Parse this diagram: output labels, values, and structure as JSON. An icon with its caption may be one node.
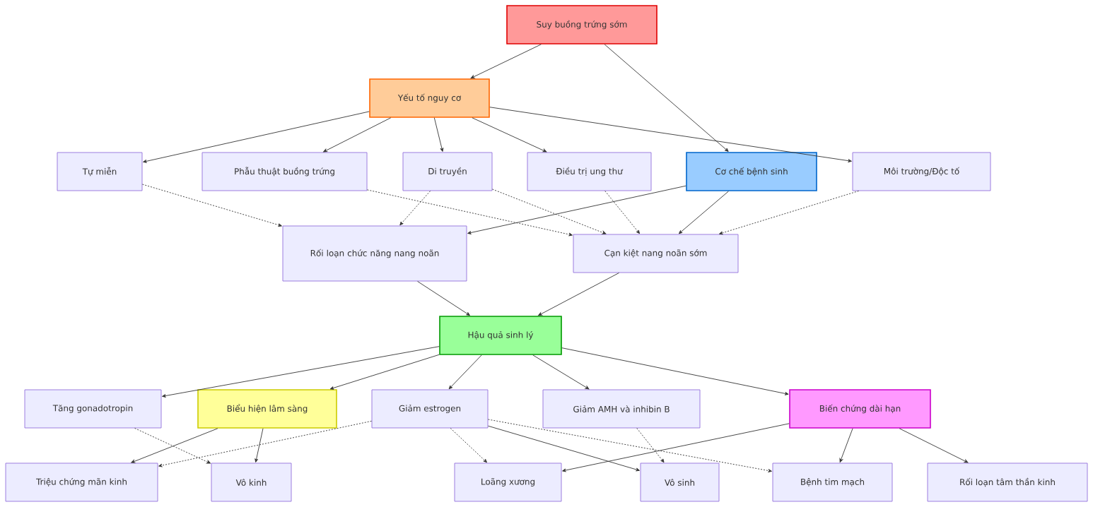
{
  "diagram": {
    "nodes": [
      {
        "text": [
          "Suy buồng trứng sớm"
        ]
      },
      {
        "text": [
          "Yếu tố nguy cơ"
        ]
      },
      {
        "text": [
          "Tự miễn"
        ]
      },
      {
        "text": [
          "Phẫu thuật buồng trứng"
        ]
      },
      {
        "text": [
          "Di truyền"
        ]
      },
      {
        "text": [
          "Điều trị ung thư"
        ]
      },
      {
        "text": [
          "Cơ chế bệnh sinh"
        ]
      },
      {
        "text": [
          "Môi trường/Độc tố"
        ]
      },
      {
        "text": [
          "Rối loạn chức năng nang noãn"
        ]
      },
      {
        "text": [
          "Cạn kiệt nang noãn sớm"
        ]
      },
      {
        "text": [
          "Hậu quả sinh lý"
        ]
      },
      {
        "text": [
          "Tăng gonadotropin"
        ]
      },
      {
        "text": [
          "Biểu hiện lâm sàng"
        ]
      },
      {
        "text": [
          "Giảm estrogen"
        ]
      },
      {
        "text": [
          "Giảm AMH và inhibin B"
        ]
      },
      {
        "text": [
          "Biến chứng dài hạn"
        ]
      },
      {
        "text": [
          "Triệu chứng mãn kinh"
        ]
      },
      {
        "text": [
          "Vô kinh"
        ]
      },
      {
        "text": [
          "Loãng xương"
        ]
      },
      {
        "text": [
          "Vô sinh"
        ]
      },
      {
        "text": [
          "Bệnh tim mạch"
        ]
      },
      {
        "text": [
          "Rối loạn tâm thần kinh"
        ]
      }
    ],
    "edges": [
      {
        "from": 0,
        "to": 1,
        "arrow": "to"
      },
      {
        "from": 0,
        "to": 6,
        "arrow": "to"
      },
      {
        "from": 1,
        "to": 2,
        "arrow": "to"
      },
      {
        "from": 1,
        "to": 3,
        "arrow": "to"
      },
      {
        "from": 1,
        "to": 4,
        "arrow": "to"
      },
      {
        "from": 1,
        "to": 5,
        "arrow": "to"
      },
      {
        "from": 1,
        "to": 7,
        "arrow": "to"
      },
      {
        "from": 6,
        "to": 8,
        "arrow": "to"
      },
      {
        "from": 6,
        "to": 9,
        "arrow": "to"
      },
      {
        "from": 2,
        "to": 8,
        "arrow": "to",
        "style": "dashed"
      },
      {
        "from": 3,
        "to": 9,
        "arrow": "to",
        "style": "dashed"
      },
      {
        "from": 4,
        "to": 8,
        "arrow": "to",
        "style": "dashed"
      },
      {
        "from": 4,
        "to": 9,
        "arrow": "to",
        "style": "dashed"
      },
      {
        "from": 5,
        "to": 9,
        "arrow": "to",
        "style": "dashed"
      },
      {
        "from": 7,
        "to": 9,
        "arrow": "to",
        "style": "dashed"
      },
      {
        "from": 8,
        "to": 10,
        "arrow": "to"
      },
      {
        "from": 9,
        "to": 10,
        "arrow": "to"
      },
      {
        "from": 10,
        "to": 11,
        "arrow": "to"
      },
      {
        "from": 10,
        "to": 12,
        "arrow": "to"
      },
      {
        "from": 10,
        "to": 13,
        "arrow": "to"
      },
      {
        "from": 10,
        "to": 14,
        "arrow": "to"
      },
      {
        "from": 10,
        "to": 15,
        "arrow": "to"
      },
      {
        "from": 12,
        "to": 16,
        "arrow": "to"
      },
      {
        "from": 12,
        "to": 17,
        "arrow": "to"
      },
      {
        "from": 11,
        "to": 17,
        "arrow": "to",
        "style": "dashed"
      },
      {
        "from": 13,
        "to": 16,
        "arrow": "to",
        "style": "dashed"
      },
      {
        "from": 13,
        "to": 18,
        "arrow": "to",
        "style": "dashed"
      },
      {
        "from": 13,
        "to": 19,
        "arrow": "to"
      },
      {
        "from": 13,
        "to": 20,
        "arrow": "to",
        "style": "dashed"
      },
      {
        "from": 14,
        "to": 19,
        "arrow": "to",
        "style": "dashed"
      },
      {
        "from": 15,
        "to": 18,
        "arrow": "to"
      },
      {
        "from": 15,
        "to": 20,
        "arrow": "to"
      },
      {
        "from": 15,
        "to": 21,
        "arrow": "to"
      }
    ]
  }
}
